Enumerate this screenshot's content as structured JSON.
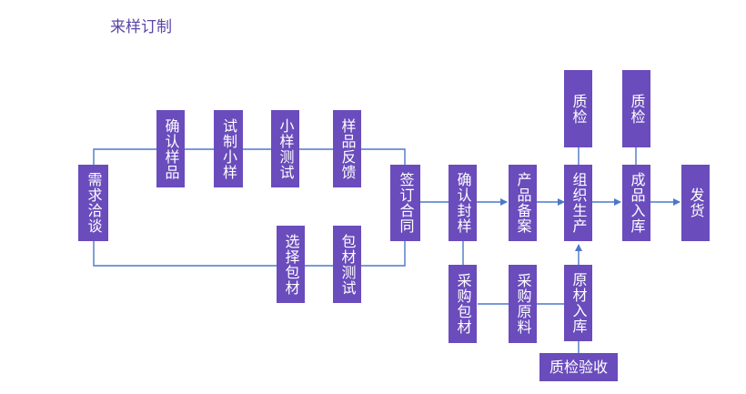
{
  "title": "来样订制",
  "colors": {
    "box": "#6a4cbc",
    "line": "#4b78c8",
    "title": "#5a46a8"
  },
  "nodes": {
    "xuqiu": "需求洽谈",
    "queren_yangpin": "确认样品",
    "shizhi_xiaoyang": "试制小样",
    "xiaoyang_ceshi": "小样测试",
    "yangpin_fankui": "样品反馈",
    "xuanze_baocai": "选择包材",
    "baocai_ceshi": "包材测试",
    "qian_hetong": "签订合同",
    "queren_fengyang": "确认封样",
    "chanpin_beian": "产品备案",
    "zuzhi_shengchan": "组织生产",
    "chengpin_ruku": "成品入库",
    "fahuo": "发货",
    "zhijian_1": "质检",
    "zhijian_2": "质检",
    "caigou_baocai": "采购包材",
    "caigou_yuanliao": "采购原料",
    "yuancai_ruku": "原材入库",
    "zhijian_yanshou": "质检验收"
  }
}
